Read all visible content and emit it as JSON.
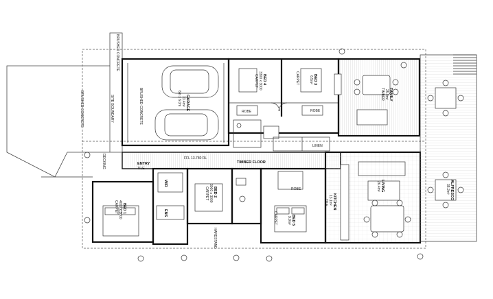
{
  "labels": {
    "brushed_concrete_top": "BRUSHED CONCRETE",
    "brushed_concrete_left": "BRUSHED CONCRETE",
    "site_boundary": "SITE BOUNDARY",
    "garage_name": "GARAGE",
    "garage_area": "33.4m²",
    "garage_size": "6m x 6.0m",
    "garage_slab": "BRUSHED CONCRETE",
    "bed4_name": "BED 4",
    "bed4_size": "3300 x 3000",
    "bed4_floor": "CARPET",
    "bed3_name": "BED 3",
    "bed3_area": "6.5m²",
    "bed3_floor": "CARPET",
    "robe_top1": "ROBE",
    "robe_top2": "ROBE",
    "family_name": "FAMILY",
    "family_area": "25.9m²",
    "family_floor": "TIMBER",
    "linen": "LINEN",
    "timber_floor": "TIMBER FLOOR",
    "fl_level": "FFL 13.780 RL",
    "entry_name": "ENTRY",
    "entry_floor": "TILE",
    "decking": "DECKING",
    "bed1_name": "BED 1",
    "bed1_size": "4000 x 3000",
    "bed1_floor": "CARPET",
    "bed2_name": "BED 2",
    "bed2_size": "3000 x 3000",
    "bed2_floor": "CARPET",
    "ens_name": "ENS",
    "wir_name": "WIR",
    "robe_mid": "ROBE",
    "bed5_name": "BED 5",
    "bed5_area": "9.9m²",
    "bed5_floor": "CARPET",
    "kitchen_name": "KITCHEN",
    "kitchen_area": "13.1m²",
    "kitchen_floor": "TILE",
    "living_name": "LIVING",
    "living_area": "26.4m²",
    "alfresco_name": "ALFRESCO",
    "alfresco_area": "35.2m²",
    "hardstand": "HARDSTAND"
  },
  "colors": {
    "line": "#111111",
    "background": "#ffffff",
    "hatch": "#999999"
  }
}
